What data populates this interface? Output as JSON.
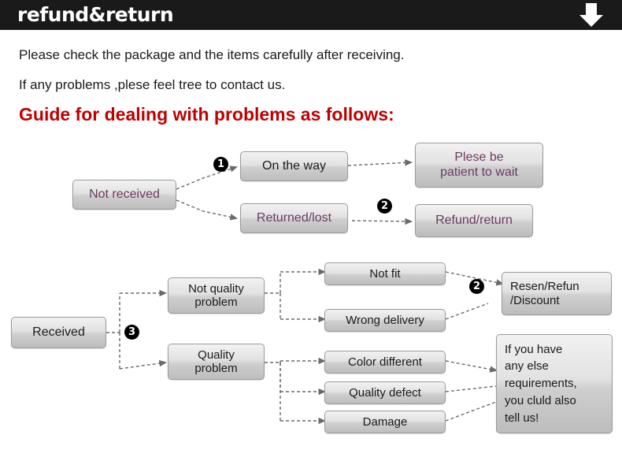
{
  "header": {
    "title": "refund&return",
    "arrow_icon": "down-arrow-icon",
    "background_color": "#1a1a1a"
  },
  "intro": {
    "line1": "Please check the package and the items carefully after receiving.",
    "line2": "If any problems ,plese feel tree to contact us.",
    "guide_title": "Guide for dealing with problems as follows:",
    "guide_color": "#c00000"
  },
  "flow_top": {
    "start": "Not received",
    "bullet1": "1",
    "bullet2": "2",
    "on_the_way": "On the way",
    "returned_lost": "Returned/lost",
    "please_wait": "Plese be\npatient to wait",
    "please_wait_line1": "Plese be",
    "please_wait_line2": "patient to wait",
    "refund_return": "Refund/return"
  },
  "flow_bottom": {
    "start": "Received",
    "bullet3": "3",
    "bullet2": "2",
    "not_quality_line1": "Not quality",
    "not_quality_line2": "problem",
    "quality_line1": "Quality",
    "quality_line2": "problem",
    "not_fit": "Not fit",
    "wrong_delivery": "Wrong delivery",
    "color_different": "Color different",
    "quality_defect": "Quality defect",
    "damage": "Damage",
    "resend_line1": "Resen/Refun",
    "resend_line2": "/Discount",
    "note_line1": "If you have",
    "note_line2": "any else",
    "note_line3": "requirements,",
    "note_line4": "you cluld also",
    "note_line5": "tell us!"
  }
}
